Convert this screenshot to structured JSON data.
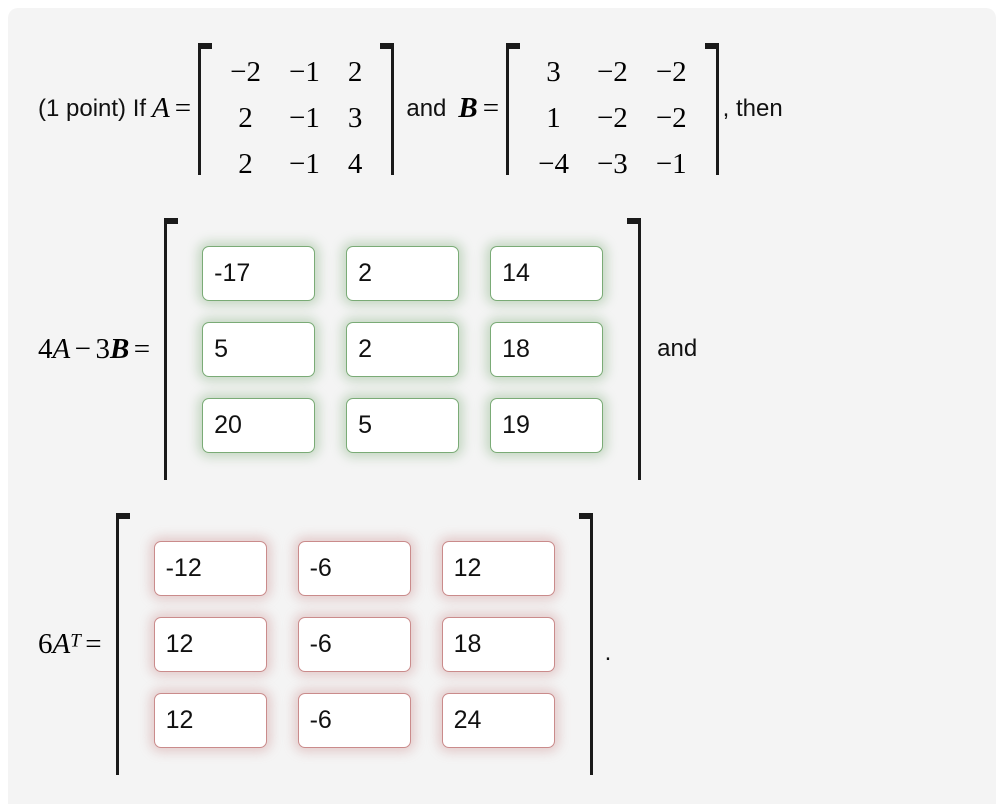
{
  "problem": {
    "points_label": "(1 point) If",
    "matrix_a_name": "A",
    "equals": "=",
    "and_word": "and",
    "matrix_b_name": "B",
    "comma_then": ", then",
    "matrix_a": {
      "rows": [
        [
          "−2",
          "−1",
          "2"
        ],
        [
          "2",
          "−1",
          "3"
        ],
        [
          "2",
          "−1",
          "4"
        ]
      ]
    },
    "matrix_b": {
      "rows": [
        [
          "3",
          "−2",
          "−2"
        ],
        [
          "1",
          "−2",
          "−2"
        ],
        [
          "−4",
          "−3",
          "−1"
        ]
      ]
    }
  },
  "answers": [
    {
      "label_parts": {
        "coef1": "4",
        "var1": "A",
        "op": "−",
        "coef2": "3",
        "var2": "B",
        "equals": "="
      },
      "status": "correct",
      "status_color": "#7aab76",
      "values": [
        [
          "-17",
          "2",
          "14"
        ],
        [
          "5",
          "2",
          "18"
        ],
        [
          "20",
          "5",
          "19"
        ]
      ],
      "trailing_text": "and"
    },
    {
      "label_parts": {
        "coef1": "6",
        "var1": "A",
        "sup": "T",
        "equals": "="
      },
      "status": "incorrect",
      "status_color": "#ca8b8b",
      "values": [
        [
          "-12",
          "-6",
          "12"
        ],
        [
          "12",
          "-6",
          "18"
        ],
        [
          "12",
          "-6",
          "24"
        ]
      ],
      "trailing_text": "."
    }
  ]
}
